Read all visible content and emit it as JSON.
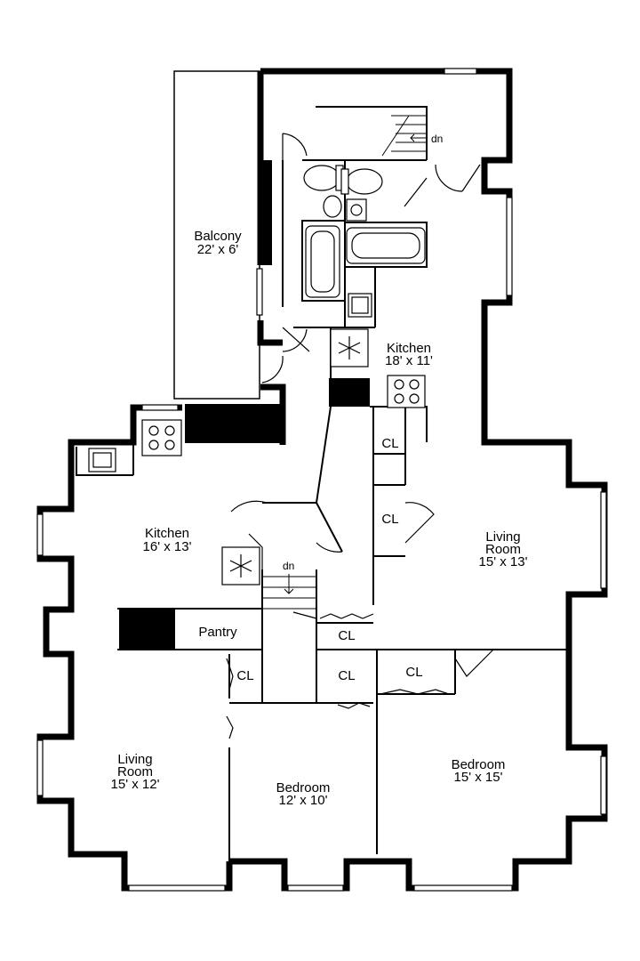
{
  "rooms": {
    "balcony": {
      "name": "Balcony",
      "dims": "22' x 6'"
    },
    "kitchen_top": {
      "name": "Kitchen",
      "dims": "18' x 11'"
    },
    "kitchen_left": {
      "name": "Kitchen",
      "dims": "16' x 13'"
    },
    "living_right": {
      "name_1": "Living",
      "name_2": "Room",
      "dims": "15' x 13'"
    },
    "living_left": {
      "name_1": "Living",
      "name_2": "Room",
      "dims": "15' x 12'"
    },
    "bedroom_mid": {
      "name": "Bedroom",
      "dims": "12' x 10'"
    },
    "bedroom_right": {
      "name": "Bedroom",
      "dims": "15' x 15'"
    },
    "pantry": {
      "name": "Pantry"
    }
  },
  "closets": [
    "CL",
    "CL",
    "CL",
    "CL",
    "CL",
    "CL"
  ],
  "stairs": {
    "top": "dn",
    "middle": "dn"
  },
  "colors": {
    "wall": "#000000",
    "line": "#000000",
    "background": "#ffffff"
  }
}
